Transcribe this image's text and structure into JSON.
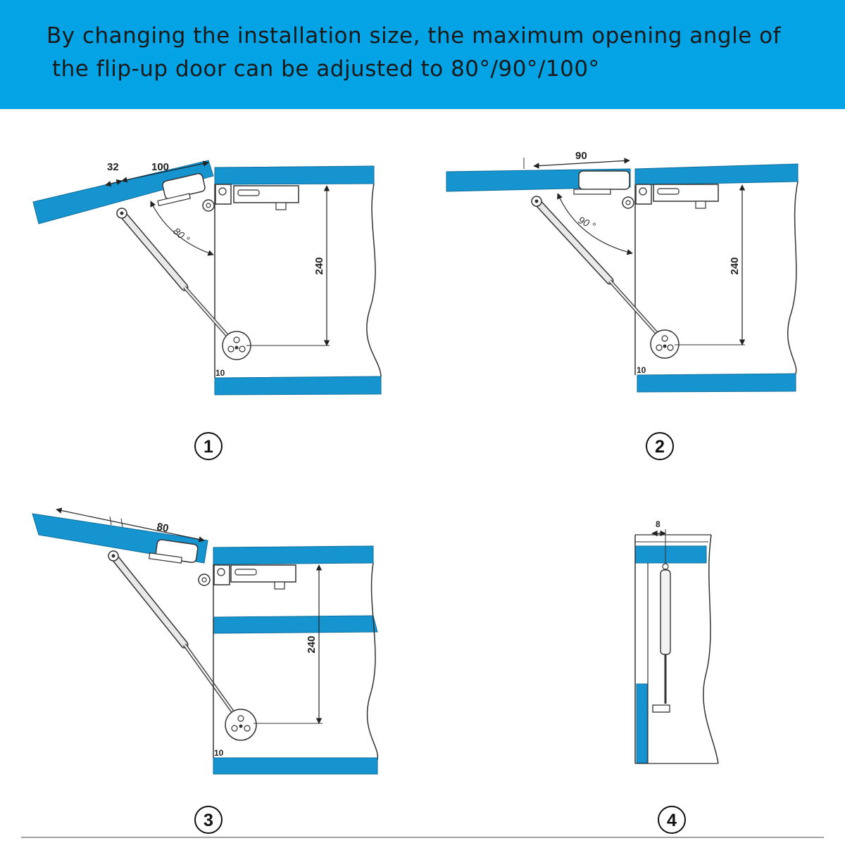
{
  "header": {
    "line1": "By changing the installation size, the maximum opening angle of",
    "line2": "the flip-up door can be adjusted to 80°/90°/100°",
    "background": "#03a3e6"
  },
  "colors": {
    "panel_blue": "#1694cf",
    "line": "#333333"
  },
  "panels": [
    {
      "step": "1",
      "dim_a": "32",
      "dim_b": "100",
      "angle": "80 °",
      "height": "240",
      "gap": "10"
    },
    {
      "step": "2",
      "dim_b": "90",
      "angle": "90 °",
      "height": "240",
      "gap": "10"
    },
    {
      "step": "3",
      "dim_b": "80",
      "height": "240",
      "gap": "10"
    },
    {
      "step": "4",
      "dim_side": "8"
    }
  ]
}
